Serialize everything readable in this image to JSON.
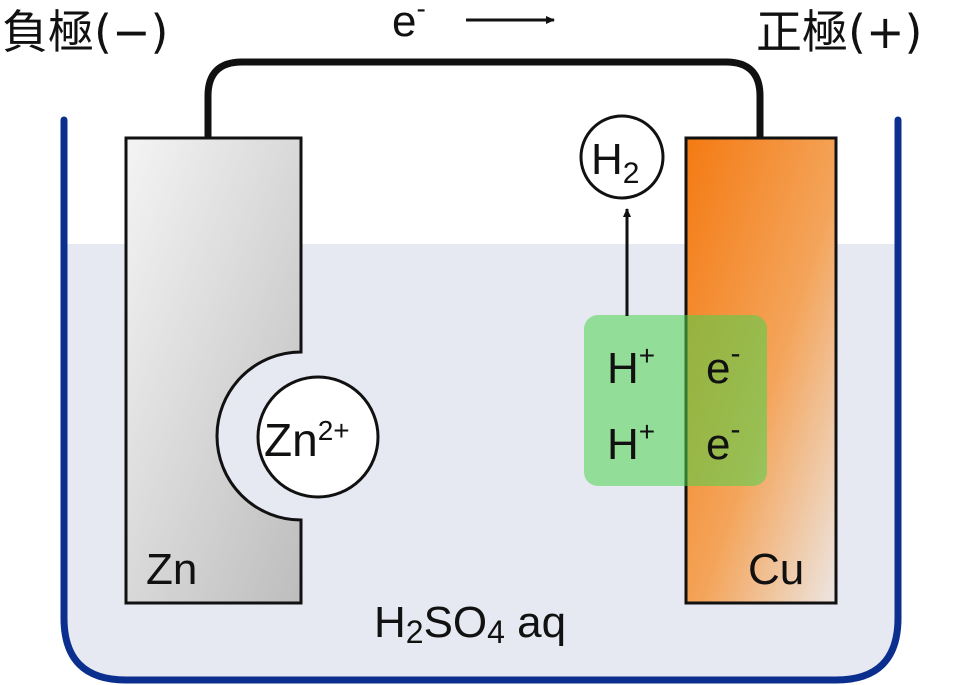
{
  "labels": {
    "negative_electrode": "負極(−)",
    "positive_electrode": "正極(+)",
    "electron_flow": "e",
    "electron_flow_sup": "-",
    "zn_electrode": "Zn",
    "cu_electrode": "Cu",
    "solution": "H",
    "solution_sub1": "2",
    "solution_mid": "SO",
    "solution_sub2": "4",
    "solution_end": " aq",
    "zn_ion": "Zn",
    "zn_ion_sup": "2+",
    "h2_gas": "H",
    "h2_gas_sub": "2",
    "hydrogen_ion": "H",
    "hydrogen_ion_sup": "+",
    "electron": "e",
    "electron_sup": "-"
  },
  "colors": {
    "beaker": "#0b2f8f",
    "solution_fill": "#e6e9f2",
    "wire": "#111111",
    "zinc": "#e0e0e0",
    "copper": "#f07a1a",
    "reaction_zone": "#6fd86f"
  },
  "icons": {
    "electron_flow_arrow": "right-arrow",
    "gas_release_arrow": "up-arrow"
  }
}
